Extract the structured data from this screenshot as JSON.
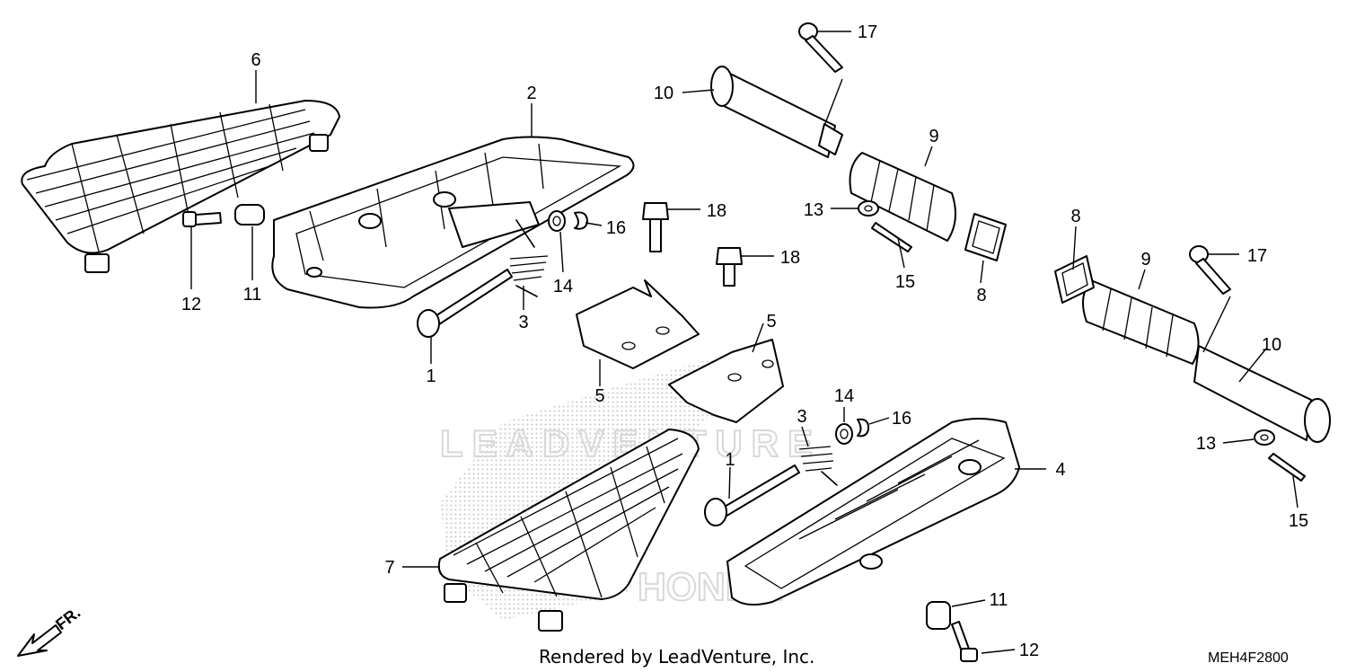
{
  "callouts": [
    {
      "id": "c6",
      "label": "6"
    },
    {
      "id": "c2",
      "label": "2"
    },
    {
      "id": "c12a",
      "label": "12"
    },
    {
      "id": "c11a",
      "label": "11"
    },
    {
      "id": "c1a",
      "label": "1"
    },
    {
      "id": "c3a",
      "label": "3"
    },
    {
      "id": "c14a",
      "label": "14"
    },
    {
      "id": "c16a",
      "label": "16"
    },
    {
      "id": "c18a",
      "label": "18"
    },
    {
      "id": "c18b",
      "label": "18"
    },
    {
      "id": "c5a",
      "label": "5"
    },
    {
      "id": "c5b",
      "label": "5"
    },
    {
      "id": "c10a",
      "label": "10"
    },
    {
      "id": "c17a",
      "label": "17"
    },
    {
      "id": "c9a",
      "label": "9"
    },
    {
      "id": "c13a",
      "label": "13"
    },
    {
      "id": "c15a",
      "label": "15"
    },
    {
      "id": "c8a",
      "label": "8"
    },
    {
      "id": "c8b",
      "label": "8"
    },
    {
      "id": "c9b",
      "label": "9"
    },
    {
      "id": "c17b",
      "label": "17"
    },
    {
      "id": "c10b",
      "label": "10"
    },
    {
      "id": "c13b",
      "label": "13"
    },
    {
      "id": "c15b",
      "label": "15"
    },
    {
      "id": "c14b",
      "label": "14"
    },
    {
      "id": "c16b",
      "label": "16"
    },
    {
      "id": "c3b",
      "label": "3"
    },
    {
      "id": "c1b",
      "label": "1"
    },
    {
      "id": "c4",
      "label": "4"
    },
    {
      "id": "c7",
      "label": "7"
    },
    {
      "id": "c11b",
      "label": "11"
    },
    {
      "id": "c12b",
      "label": "12"
    }
  ],
  "footer": {
    "credit": "Rendered by LeadVenture, Inc.",
    "diagram_code": "MEH4F2800"
  },
  "direction_marker": {
    "label": "FR.",
    "icon": "front-direction-arrow-icon"
  },
  "watermark": {
    "text": "LEADVENTURE",
    "logo_text": "HONDA"
  }
}
